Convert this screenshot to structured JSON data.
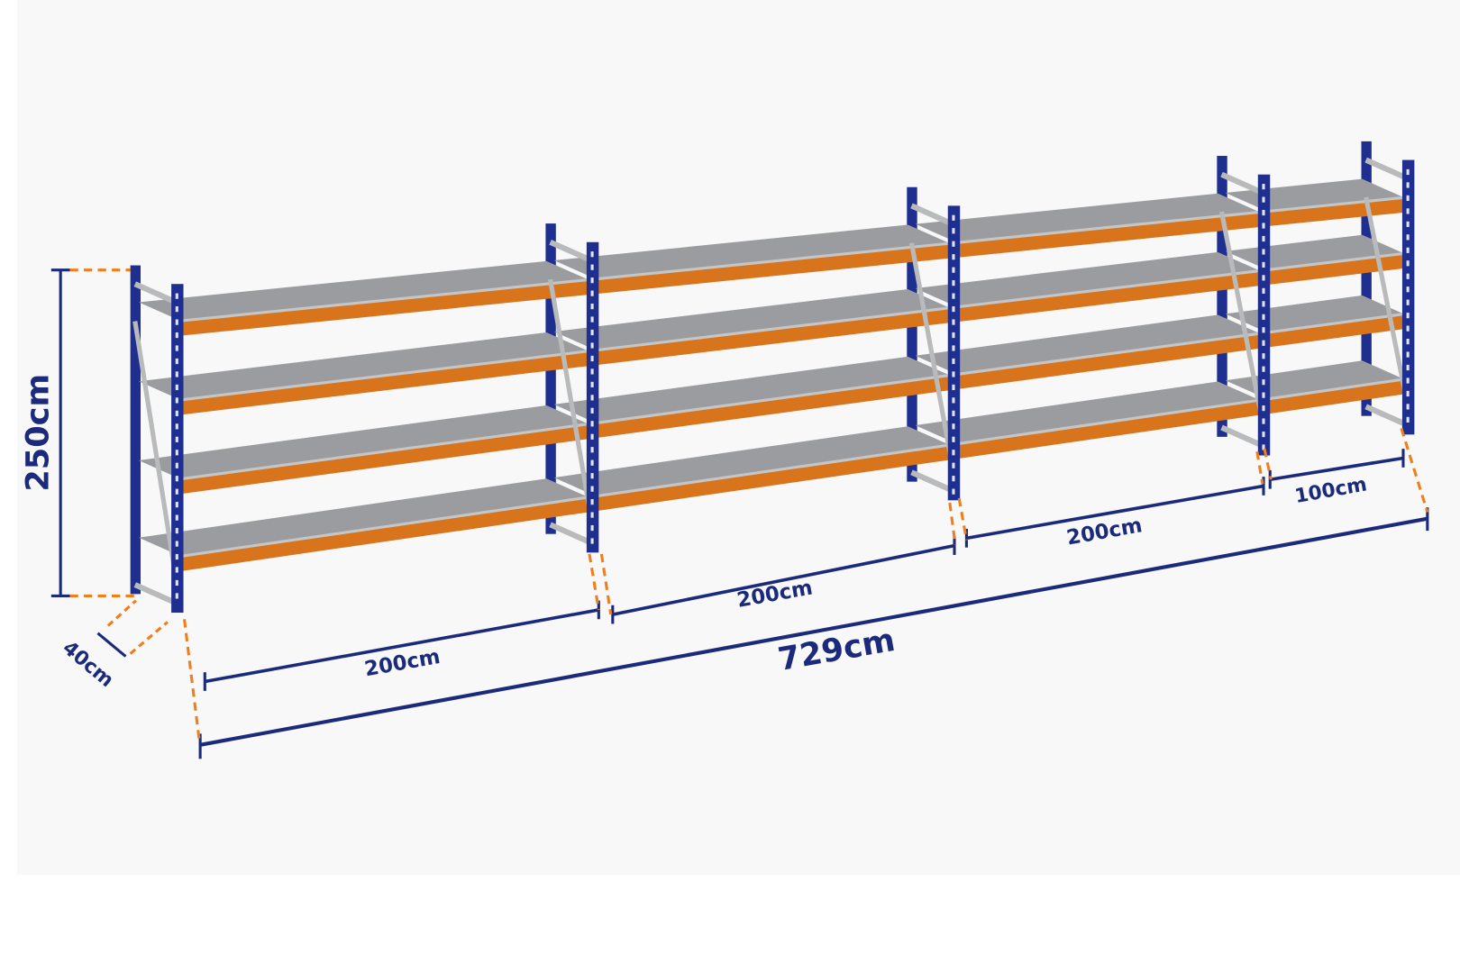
{
  "dimensions": {
    "height": "250cm",
    "depth": "40cm",
    "bay_1": "200cm",
    "bay_2": "200cm",
    "bay_3": "200cm",
    "bay_4": "100cm",
    "total_length": "729cm"
  },
  "colors": {
    "upright": "#1e2f8f",
    "beam": "#d8751c",
    "shelf": "#9a9c9f",
    "dimension_line": "#1b2a7a",
    "guide_dash": "#f07f1a"
  },
  "shelf_levels": 4,
  "bays": 4
}
